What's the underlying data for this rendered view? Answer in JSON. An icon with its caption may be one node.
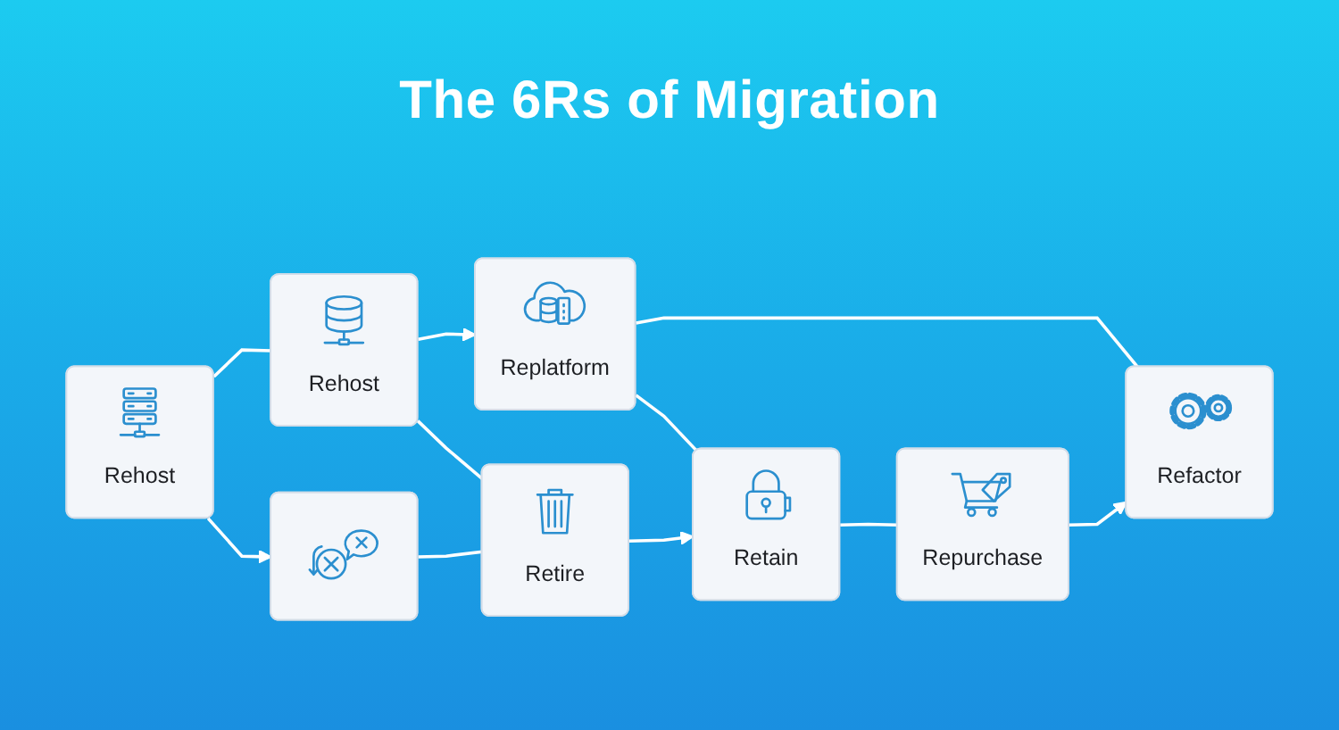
{
  "diagram": {
    "title": "The 6Rs of Migration",
    "nodes": [
      {
        "text": [
          "Rehost"
        ]
      },
      {
        "text": [
          "Rehost"
        ]
      },
      {
        "text": [
          "Replatform"
        ]
      },
      {
        "text": [
          "Refactor"
        ]
      },
      {
        "text": [],
        "shape": "box"
      },
      {
        "text": [
          "Retire"
        ]
      },
      {
        "text": [
          "Retain"
        ]
      },
      {
        "text": [
          "Repurchase"
        ]
      }
    ],
    "edges": [
      {
        "from": 0,
        "to": 1,
        "arrow": "none"
      },
      {
        "from": 1,
        "to": 2,
        "arrow": "to"
      },
      {
        "from": 2,
        "to": 3,
        "arrow": "none"
      },
      {
        "from": 0,
        "to": 4,
        "arrow": "to"
      },
      {
        "from": 1,
        "to": 5,
        "arrow": "none"
      },
      {
        "from": 2,
        "to": 6,
        "arrow": "none"
      },
      {
        "from": 7,
        "to": 3,
        "arrow": "to"
      },
      {
        "from": 4,
        "to": 5,
        "arrow": "none"
      },
      {
        "from": 5,
        "to": 6,
        "arrow": "to"
      },
      {
        "from": 6,
        "to": 7,
        "arrow": "none"
      }
    ]
  }
}
